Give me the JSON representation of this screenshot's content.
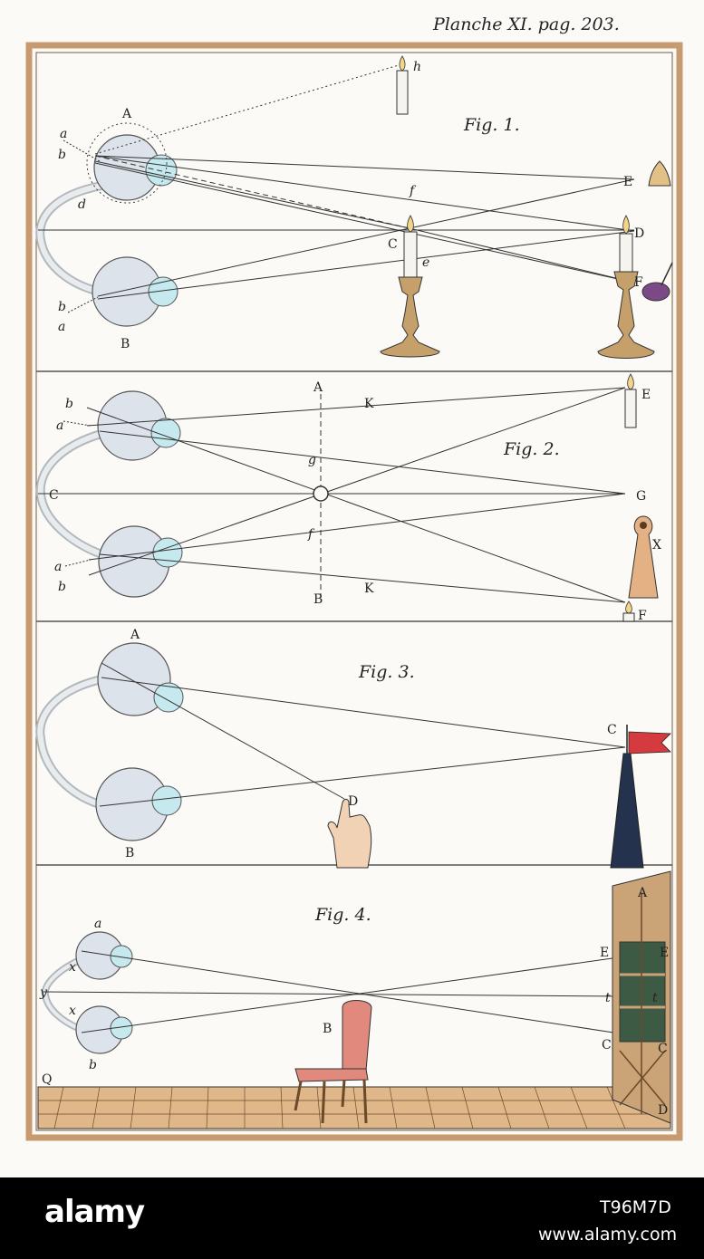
{
  "plate": {
    "title": "Planche XI. pag. 203.",
    "frame_color": "#c89a70"
  },
  "figures": [
    {
      "caption": "Fig. 1.",
      "labels": [
        "A",
        "a",
        "b",
        "d",
        "b",
        "a",
        "B",
        "h",
        "f",
        "E",
        "C",
        "D",
        "e",
        "F"
      ]
    },
    {
      "caption": "Fig. 2.",
      "labels": [
        "A",
        "K",
        "b",
        "a",
        "E",
        "g",
        "C",
        "G",
        "f",
        "a",
        "b",
        "X",
        "B",
        "K",
        "F"
      ]
    },
    {
      "caption": "Fig. 3.",
      "labels": [
        "A",
        "C",
        "D",
        "B"
      ]
    },
    {
      "caption": "Fig. 4.",
      "labels": [
        "a",
        "x",
        "y",
        "x",
        "b",
        "E",
        "E",
        "t",
        "t",
        "B",
        "C",
        "C",
        "Q",
        "A",
        "D"
      ]
    }
  ],
  "colors": {
    "eye_fill": "#dde3ea",
    "cornea_fill": "#c5e9ee",
    "candlestick": "#c6a06a",
    "flag": "#d43a3e",
    "tower": "#24324d",
    "chair": "#e0897c",
    "bookcase": "#caa376",
    "floor": "#dfb789",
    "keyhole": "#e3b184"
  },
  "footer": {
    "brand": "alamy",
    "image_id": "T96M7D",
    "site": "www.alamy.com"
  }
}
